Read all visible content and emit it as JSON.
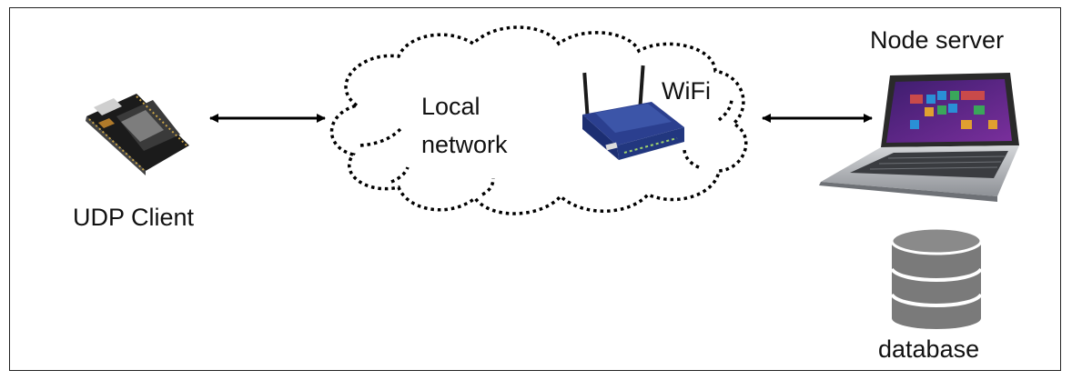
{
  "diagram": {
    "nodes": {
      "udp_client": {
        "label": "UDP Client",
        "icon": "microcontroller-board-icon"
      },
      "local_network": {
        "label_line1": "Local",
        "label_line2": "network",
        "icon": "cloud-icon"
      },
      "wifi": {
        "label": "WiFi",
        "icon": "wifi-router-icon"
      },
      "node_server": {
        "label": "Node server",
        "icon": "laptop-icon"
      },
      "database": {
        "label": "database",
        "icon": "database-icon"
      }
    },
    "edges": [
      {
        "from": "udp_client",
        "to": "local_network",
        "style": "bidirectional-arrow"
      },
      {
        "from": "local_network",
        "to": "node_server",
        "style": "bidirectional-arrow"
      }
    ],
    "colors": {
      "router_blue": "#1f3f8a",
      "database_gray": "#7a7a7a",
      "board_black": "#1a1a1a",
      "laptop_silver": "#b9bcc0",
      "screen_purple": "#5a2a8a"
    }
  }
}
